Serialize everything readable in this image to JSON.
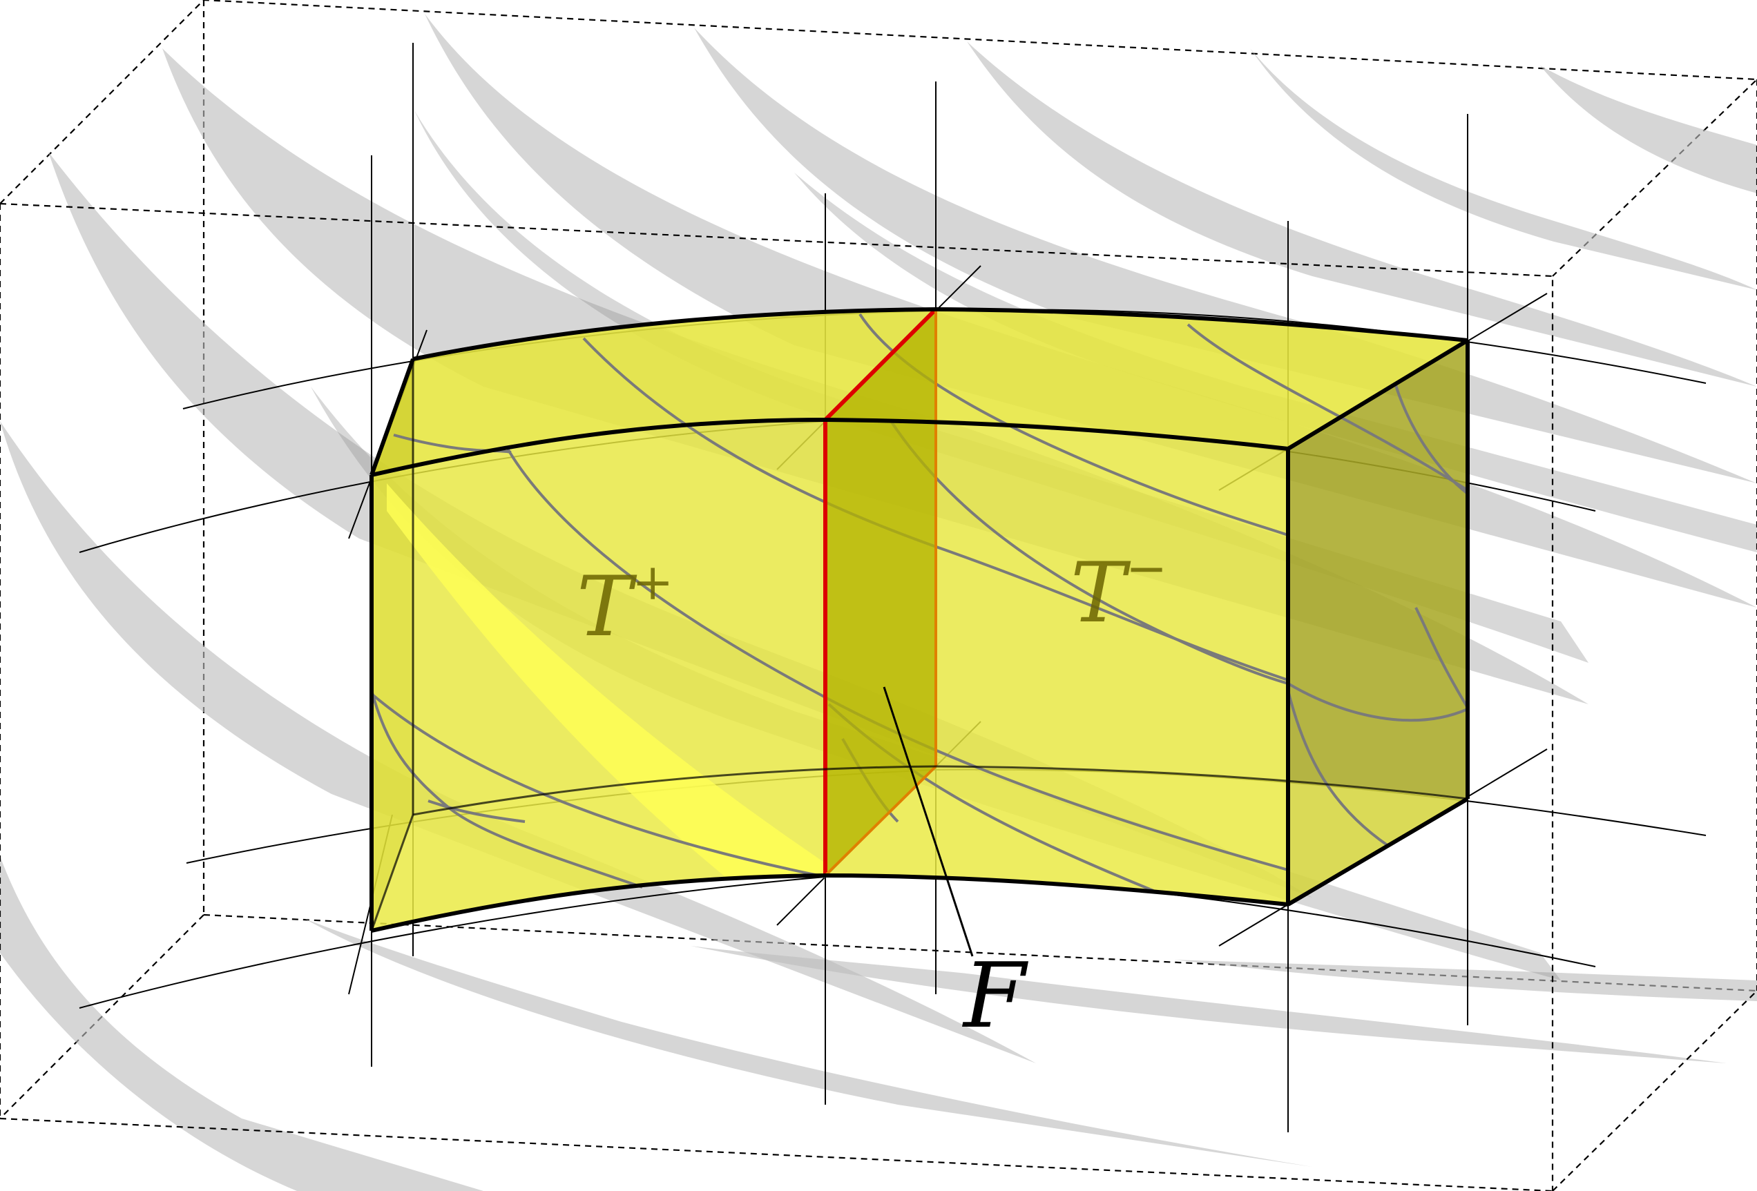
{
  "labels": {
    "t_plus": "T",
    "t_plus_sup": "+",
    "t_minus": "T",
    "t_minus_sup": "−",
    "face": "F"
  },
  "colors": {
    "box_fill": "#e6e640",
    "box_fill_light": "#ffff55",
    "face_fill": "#b4b400",
    "interface_edge": "#dd0000",
    "interface_back_edge": "#e08000",
    "leaf_fill": "#bdbdbd",
    "leaf_curve": "#7a7a7a",
    "frame_line": "#000000"
  },
  "icons": {
    "outer_frame": "dashed-wireframe-box",
    "foliation": "curved-grey-leaves"
  }
}
